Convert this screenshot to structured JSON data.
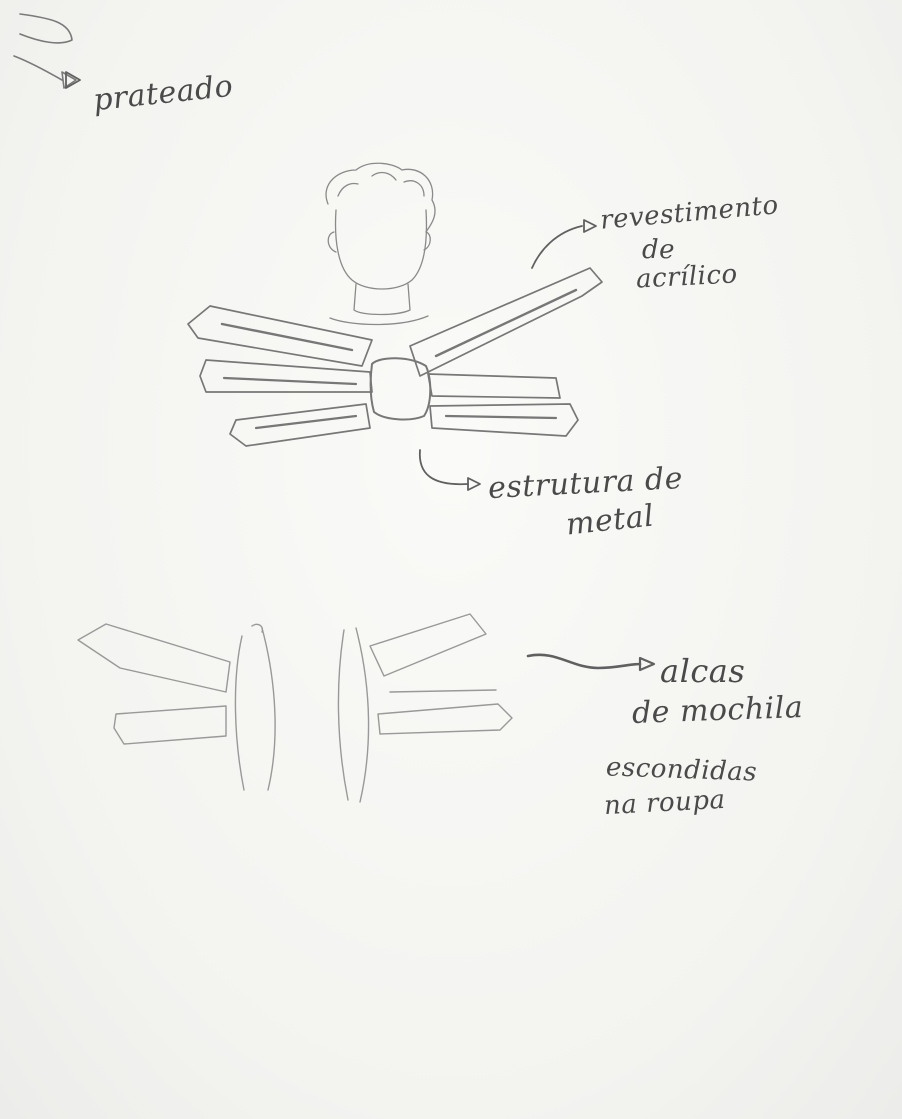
{
  "annotations": {
    "prateado": "prateado",
    "revestimento": [
      "revestimento",
      "de",
      "acrílico"
    ],
    "estrutura": [
      "estrutura de",
      "metal"
    ],
    "alcas": [
      "alcas",
      "de mochila"
    ],
    "escondidas": [
      "escondidas",
      "na roupa"
    ]
  },
  "colors": {
    "paper": "#f6f6f4",
    "pencil": "#6b6b6b",
    "ink": "#4a4a4a"
  }
}
